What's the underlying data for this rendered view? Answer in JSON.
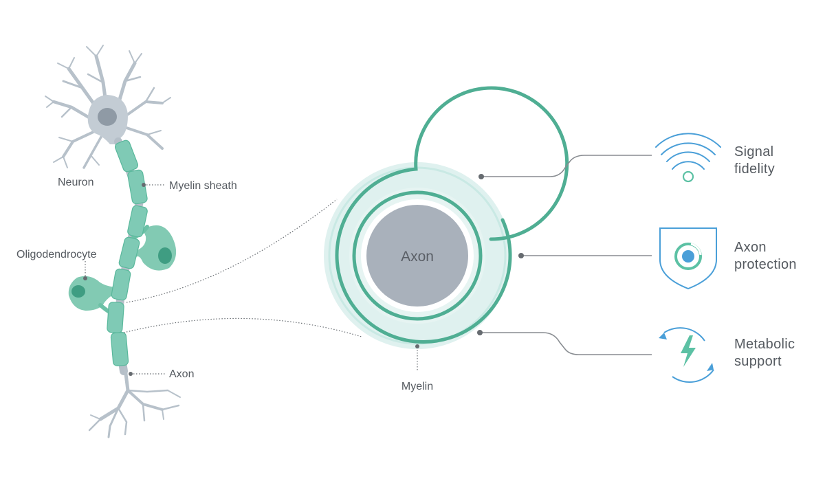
{
  "neuron_labels": {
    "neuron": "Neuron",
    "myelin_sheath": "Myelin sheath",
    "oligodendrocyte": "Oligodendrocyte",
    "axon": "Axon"
  },
  "cross_section": {
    "center_label": "Axon",
    "myelin_label": "Myelin"
  },
  "functions": [
    {
      "line1": "Signal",
      "line2": "fidelity",
      "icon": "wifi-signal-icon"
    },
    {
      "line1": "Axon",
      "line2": "protection",
      "icon": "shield-icon"
    },
    {
      "line1": "Metabolic",
      "line2": "support",
      "icon": "lightning-cycle-icon"
    }
  ],
  "colors": {
    "myelin": "#7fcab5",
    "myelin_dark": "#4fae93",
    "myelin_light": "#dff1ef",
    "neuron_gray": "#b7c1ca",
    "axon_gray": "#a9b1bb",
    "icon_blue": "#4a9fd8",
    "icon_green": "#5cc1a4"
  }
}
